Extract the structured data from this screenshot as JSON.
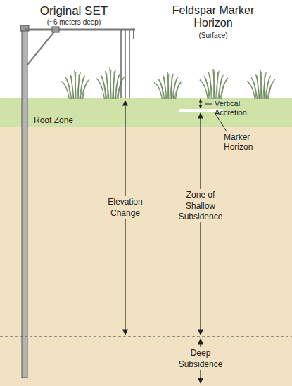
{
  "diagram": {
    "labels": [
      "Original SET",
      "(~6 meters deep)",
      "Feldspar Marker Horizon",
      "(Surface)",
      "Root Zone",
      "Elevation Change",
      "Zone of Shallow Subsidence",
      "Vertical Accretion",
      "Marker Horizon",
      "Deep Subsidence"
    ]
  }
}
